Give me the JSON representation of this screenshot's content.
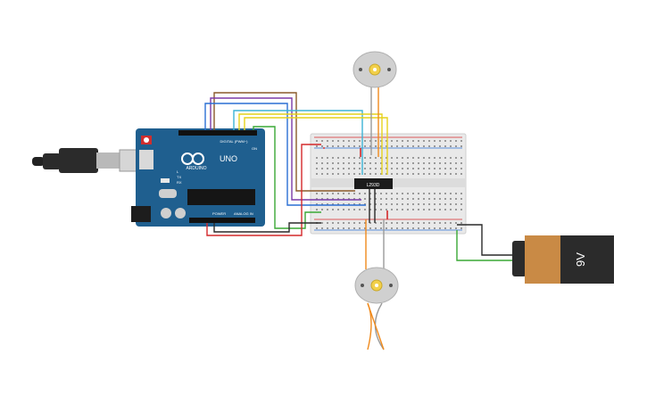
{
  "arduino": {
    "brand": "ARDUINO",
    "model": "UNO",
    "digital_label": "DIGITAL (PWM~)",
    "power_label": "POWER",
    "analog_label": "ANALOG IN",
    "tx_label": "TX",
    "rx_label": "RX",
    "l_label": "L",
    "on_label": "ON",
    "body_color": "#1f5f8f"
  },
  "driver_chip": {
    "label": "L293D"
  },
  "battery": {
    "label": "9V",
    "top_color": "#c98a45",
    "body_color": "#2b2b2b"
  },
  "motors": [
    {
      "name": "motor-top"
    },
    {
      "name": "motor-bottom"
    }
  ],
  "wire_colors": {
    "red": "#d4282a",
    "black": "#2a2a2a",
    "green": "#3aa935",
    "yellow": "#e6d21c",
    "blue": "#3db3d6",
    "purple": "#7b3aa8",
    "brown": "#8a5a2b",
    "orange": "#f08a1c",
    "gray": "#9a9a9a"
  }
}
